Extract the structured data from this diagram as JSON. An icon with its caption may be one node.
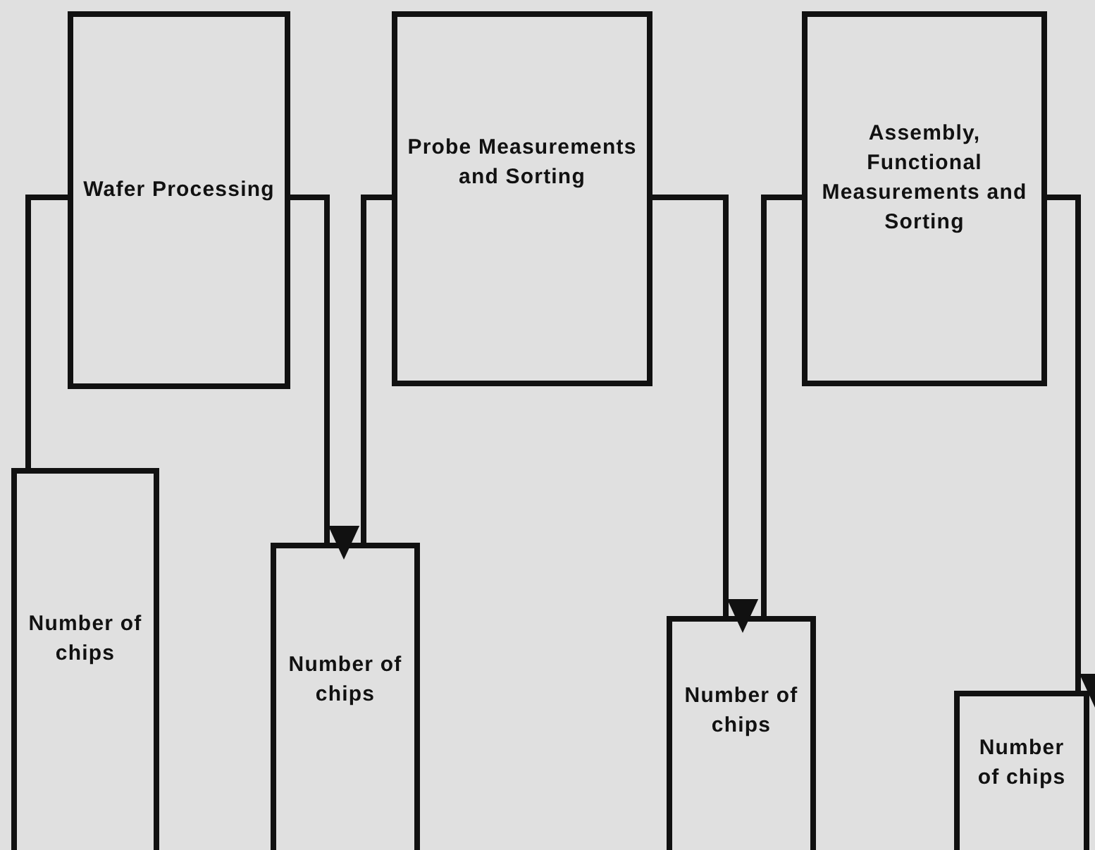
{
  "diagram": {
    "nodes": [
      {
        "text": [
          "Wafer Processing"
        ]
      },
      {
        "text": [
          "Probe Measurements and Sorting"
        ]
      },
      {
        "text": [
          "Assembly, Functional Measurements and Sorting"
        ]
      },
      {
        "text": [
          "Number of chips"
        ]
      },
      {
        "text": [
          "Number of chips"
        ]
      },
      {
        "text": [
          "Number of chips"
        ]
      },
      {
        "text": [
          "Number of chips"
        ]
      }
    ],
    "edges": [
      {
        "from": 3,
        "to": 0,
        "arrow": "none"
      },
      {
        "from": 0,
        "to": 4,
        "arrow": "to"
      },
      {
        "from": 4,
        "to": 1,
        "arrow": "none"
      },
      {
        "from": 1,
        "to": 5,
        "arrow": "to"
      },
      {
        "from": 5,
        "to": 2,
        "arrow": "none"
      },
      {
        "from": 2,
        "to": 6,
        "arrow": "to"
      }
    ]
  }
}
